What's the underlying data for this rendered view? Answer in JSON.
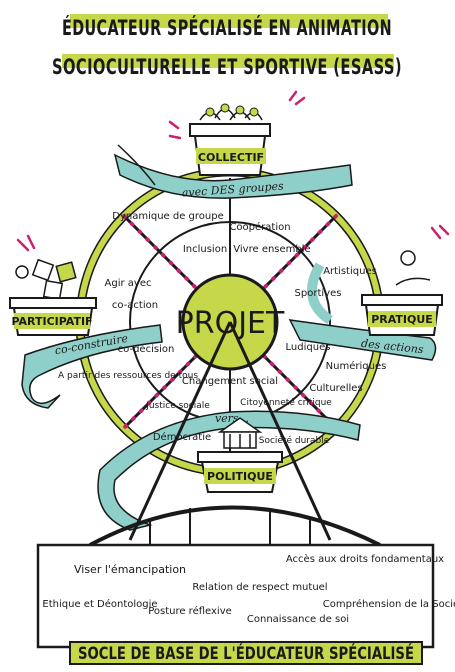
{
  "title": {
    "line1": "ÉDUCATEUR SPÉCIALISÉ EN ANIMATION",
    "line2": "SOCIOCULTURELLE ET SPORTIVE (ESASS)"
  },
  "center": "PROJET",
  "cabins": {
    "collectif": "COLLECTIF",
    "participatif": "PARTICIPATIF",
    "pratique": "PRATIQUE",
    "politique": "POLITIQUE"
  },
  "ribbons": {
    "top": "avec DES groupes",
    "left": "co-construire",
    "right": "des actions",
    "bottom": "vers..."
  },
  "segments": {
    "top": [
      "Dynamique de groupe",
      "Coopération",
      "Inclusion",
      "Vivre ensemble"
    ],
    "left": [
      "Agir avec",
      "co-action",
      "co-décision",
      "A partir des ressources de tous"
    ],
    "right": [
      "Artistiques",
      "Sportives",
      "Ludiques",
      "Numériques",
      "Culturelles"
    ],
    "bottom": [
      "Changement social",
      "Justice sociale",
      "Citoyenneté critique",
      "Démocratie",
      "Société durable"
    ]
  },
  "base": {
    "items": [
      "Viser l'émancipation",
      "Accès aux droits fondamentaux",
      "Relation de respect mutuel",
      "Ethique et Déontologie",
      "Posture réflexive",
      "Connaissance de soi",
      "Compréhension de la Société"
    ],
    "title": "SOCLE DE BASE DE L'ÉDUCATEUR SPÉCIALISÉ"
  },
  "colors": {
    "lime": "#c6d84a",
    "teal": "#8fcfc9",
    "magenta": "#cc1f72",
    "ink": "#1a1a1a"
  }
}
